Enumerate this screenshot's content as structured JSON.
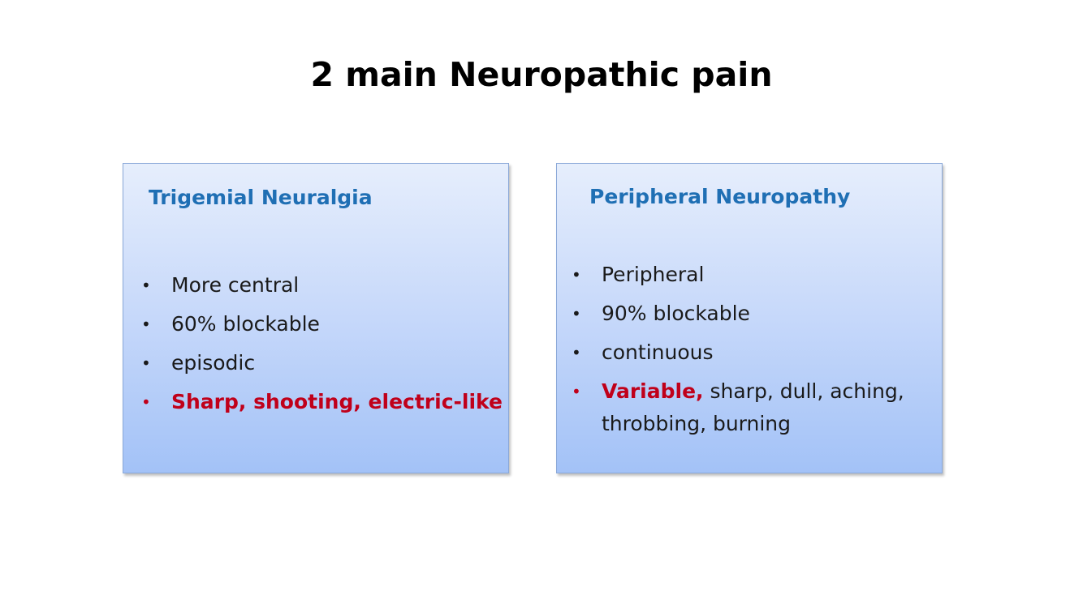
{
  "slide": {
    "title": "2 main Neuropathic pain"
  },
  "left_panel": {
    "heading": "Trigemial Neuralgia",
    "items": [
      {
        "text": "More central"
      },
      {
        "text": "60% blockable"
      },
      {
        "text": "episodic"
      },
      {
        "text": "Sharp, shooting, electric-like"
      }
    ]
  },
  "right_panel": {
    "heading": "Peripheral Neuropathy",
    "items": [
      {
        "text": "Peripheral"
      },
      {
        "text": "90% blockable"
      },
      {
        "text": "continuous"
      },
      {
        "highlight": "Variable,",
        "text": " sharp, dull, aching, throbbing, burning"
      }
    ]
  },
  "colors": {
    "heading": "#1f6fb4",
    "highlight": "#c0001a",
    "panel_top": "#e6eefc",
    "panel_bottom": "#a3c2f7"
  },
  "icons": {
    "bullet": "•"
  }
}
